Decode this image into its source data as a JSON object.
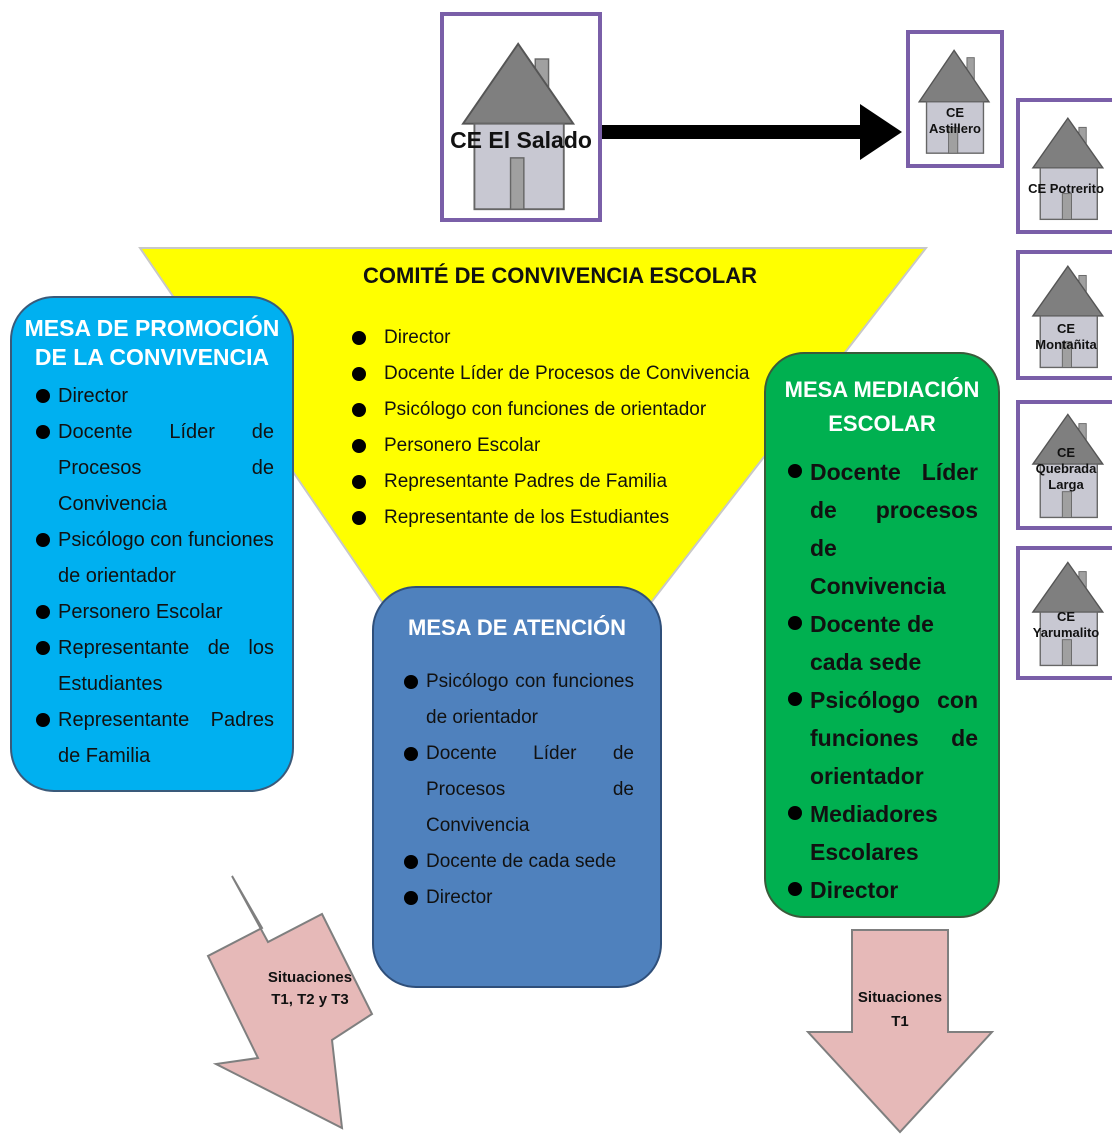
{
  "houses": {
    "main": "CE El Salado",
    "astillero": [
      "CE",
      "Astillero"
    ],
    "potrerito": "CE Potrerito",
    "montanita": [
      "CE",
      "Montañita"
    ],
    "quebrada": [
      "CE",
      "Quebrada",
      "Larga"
    ],
    "yarumalito": [
      "CE",
      "Yarumalito"
    ]
  },
  "comite": {
    "title": "COMITÉ DE CONVIVENCIA ESCOLAR",
    "items": [
      "Director",
      "Docente Líder de Procesos de Convivencia",
      "Psicólogo con funciones de orientador",
      "Personero Escolar",
      "Representante Padres de Familia",
      "Representante de los Estudiantes"
    ]
  },
  "promocion": {
    "title_lines": [
      "MESA DE PROMOCIÓN",
      "DE LA CONVIVENCIA"
    ],
    "items": [
      "Director",
      "Docente Líder de Procesos de Convivencia",
      "Psicólogo con funciones de orientador",
      "Personero Escolar",
      "Representante de los Estudiantes",
      "Representante Padres de Familia"
    ]
  },
  "atencion": {
    "title": "MESA DE ATENCIÓN",
    "items": [
      "Psicólogo con funciones de orientador",
      "Docente Líder de Procesos de Convivencia",
      "Docente de cada sede",
      "Director"
    ]
  },
  "mediacion": {
    "title_lines": [
      "MESA MEDIACIÓN",
      "ESCOLAR"
    ],
    "items": [
      "Docente Líder de procesos de Convivencia",
      "Docente de cada sede",
      "Psicólogo con funciones de orientador",
      "Mediadores Escolares",
      "Director"
    ]
  },
  "arrows": {
    "left": [
      "Situaciones",
      "T1, T2 y T3"
    ],
    "right": [
      "Situaciones",
      "T1"
    ]
  },
  "colors": {
    "yellow": "#ffff00",
    "promocion": "#00b0f0",
    "atencion": "#4f81bd",
    "mediacion": "#00b050",
    "house_roof": "#808080",
    "house_body": "#c8c8d2",
    "frame": "#7a5fa8",
    "arrow_fill": "#e6b9b8"
  }
}
